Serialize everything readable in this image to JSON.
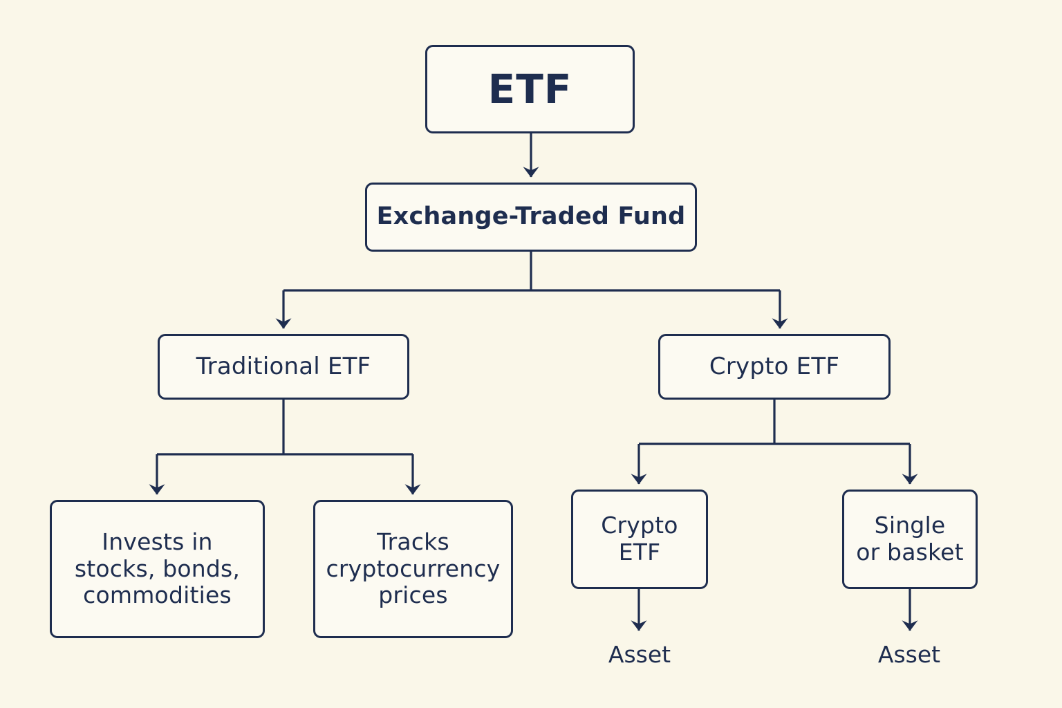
{
  "diagram": {
    "title": "ETF",
    "background_color": "#faf7e9",
    "node_fill_color": "#fcfaf2",
    "stroke_color": "#1e2d4f",
    "nodes": {
      "root": "ETF",
      "subtitle": "Exchange-Traded Fund",
      "branch_left": "Traditional ETF",
      "branch_right": "Crypto ETF",
      "leaf_a": "Invests in\nstocks, bonds,\ncommodities",
      "leaf_b": "Tracks\ncryptocurrency\nprices",
      "leaf_c": "Crypto\nETF",
      "leaf_d": "Single\nor basket",
      "asset_left": "Asset",
      "asset_right": "Asset"
    },
    "edges": [
      {
        "from": "root",
        "to": "subtitle",
        "arrow": true
      },
      {
        "from": "subtitle",
        "to": "branch_left",
        "arrow": true
      },
      {
        "from": "subtitle",
        "to": "branch_right",
        "arrow": true
      },
      {
        "from": "branch_left",
        "to": "leaf_a",
        "arrow": true
      },
      {
        "from": "branch_left",
        "to": "leaf_b",
        "arrow": true
      },
      {
        "from": "branch_right",
        "to": "leaf_c",
        "arrow": true
      },
      {
        "from": "branch_right",
        "to": "leaf_d",
        "arrow": true
      },
      {
        "from": "leaf_c",
        "to": "asset_left",
        "arrow": true
      },
      {
        "from": "leaf_d",
        "to": "asset_right",
        "arrow": true
      }
    ]
  }
}
